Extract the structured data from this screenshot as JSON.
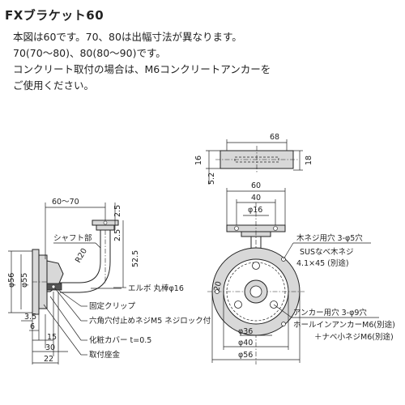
{
  "title": "FXブラケット60",
  "description": [
    "本図は60です。70、80は出幅寸法が異なります。",
    "70(70〜80)、80(80〜90)です。",
    "コンクリート取付の場合は、M6コンクリートアンカーを",
    "ご使用ください。"
  ],
  "side_view": {
    "dim_top_range": "60〜70",
    "dim_25a": "2.5",
    "dim_25b": "2.5",
    "dim_525": "52.5",
    "dim_r20": "R20",
    "label_shaft": "シャフト部",
    "dim_phi56": "φ56",
    "dim_phi55": "φ55",
    "dim_35": "3.5",
    "dim_6": "6",
    "dim_15": "15",
    "dim_30": "30",
    "dim_22": "22",
    "label_elbow": "エルボ 丸棒φ16",
    "label_clip": "固定クリップ",
    "label_setscrew": "六角穴付止めネジM5 ネジロック付",
    "label_cover": "化粧カバー t=0.5",
    "label_base": "取付座金"
  },
  "top_view": {
    "dim_68": "68",
    "dim_16": "16",
    "dim_52": "5.2",
    "dim_18": "18"
  },
  "front_view": {
    "dim_60": "60",
    "dim_40": "40",
    "dim_phi16": "φ16",
    "dim_r20": "20",
    "dim_phi36": "φ36",
    "dim_phi40": "φ40",
    "dim_phi56": "φ56",
    "label_wood_hole": "木ネジ用穴 3-φ5穴",
    "label_sus_screw": "SUSなべ木ネジ",
    "label_sus_size": "4.1×45 (別途)",
    "label_anchor_hole": "アンカー用穴 3-φ9穴",
    "label_hole_anchor": "ホールインアンカーM6(別途)",
    "label_pan_screw": "＋ナベ小ネジM6(別途)"
  }
}
